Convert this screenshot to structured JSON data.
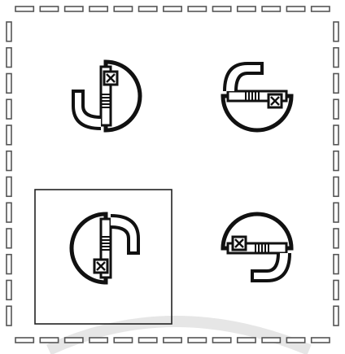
{
  "frame": {
    "style": "dashed-film-border",
    "top_segments": 13,
    "bottom_segments": 13,
    "side_segments": 12
  },
  "grid": {
    "rows": 2,
    "cols": 2
  },
  "selection": {
    "row": 1,
    "col": 0
  },
  "symbols": [
    {
      "id": "symbol-top-left",
      "rotation_deg": 0
    },
    {
      "id": "symbol-top-right",
      "rotation_deg": 90
    },
    {
      "id": "symbol-bottom-left",
      "rotation_deg": 180
    },
    {
      "id": "symbol-bottom-right",
      "rotation_deg": 270
    }
  ],
  "colors": {
    "ink": "#111111",
    "frame_tab": "#555555",
    "selection_border": "#222222",
    "band": "#e6e6e6"
  }
}
